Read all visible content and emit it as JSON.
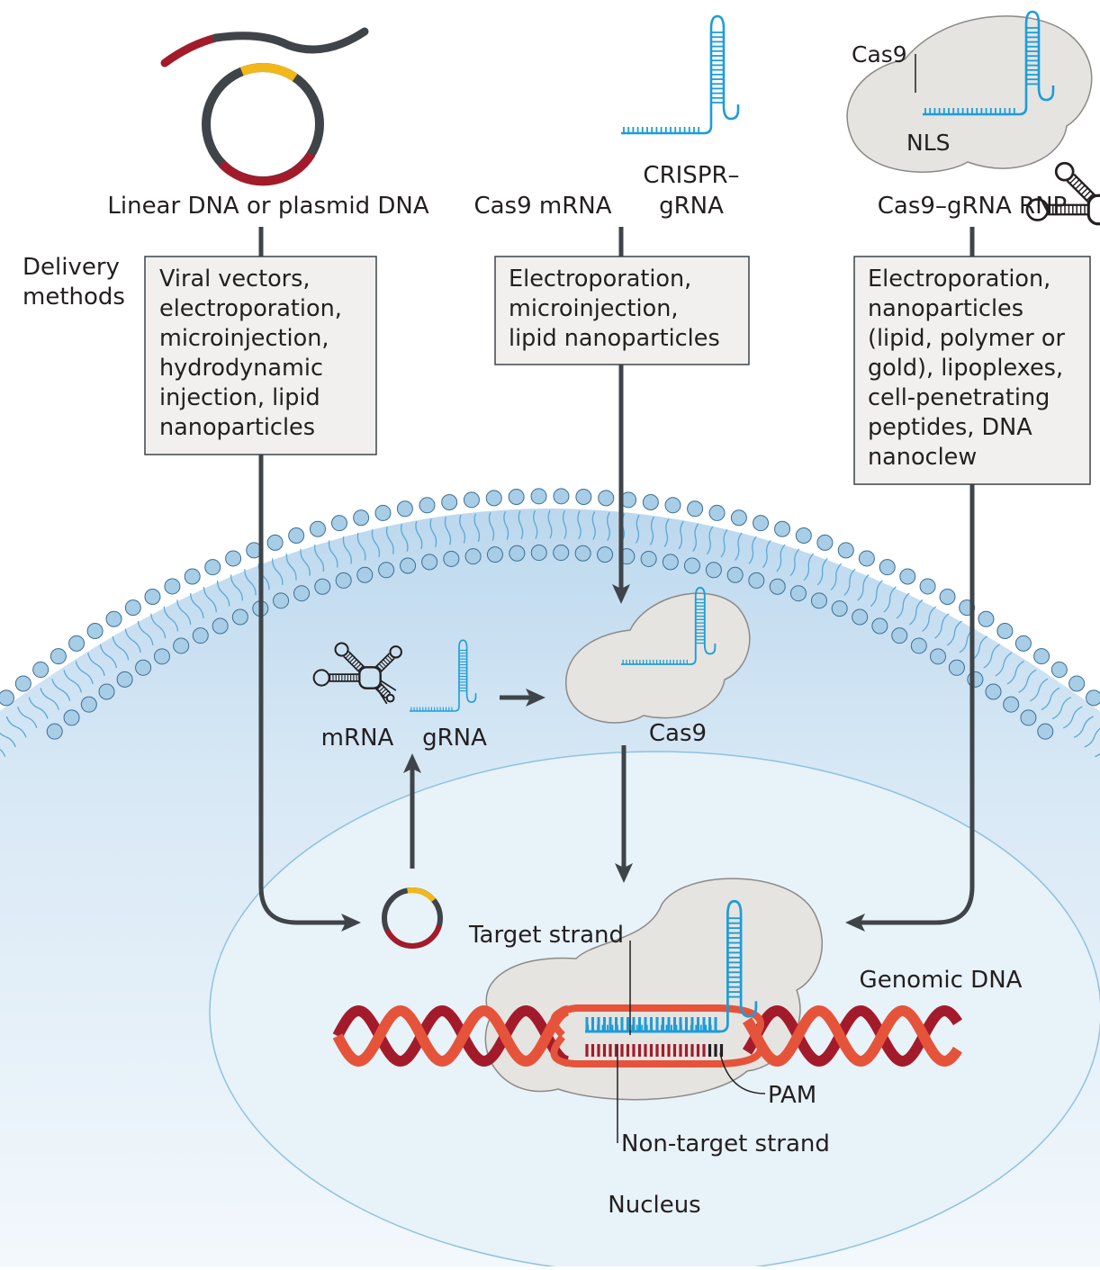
{
  "columns": {
    "dna": {
      "label": "Linear DNA or plasmid DNA",
      "methods": [
        "Viral vectors,",
        "electroporation,",
        "microinjection,",
        "hydrodynamic",
        "injection, lipid",
        "nanoparticles"
      ]
    },
    "mrna": {
      "label_mrna": "Cas9 mRNA",
      "label_grna": [
        "CRISPR–",
        "gRNA"
      ],
      "methods": [
        "Electroporation,",
        "microinjection,",
        "lipid nanoparticles"
      ]
    },
    "rnp": {
      "label": "Cas9–gRNA RNP",
      "cas9": "Cas9",
      "nls": "NLS",
      "methods": [
        "Electroporation,",
        "nanoparticles",
        "(lipid, polymer or",
        "gold), lipoplexes,",
        "cell-penetrating",
        "peptides, DNA",
        "nanoclew"
      ]
    }
  },
  "delivery_label": [
    "Delivery",
    "methods"
  ],
  "cell": {
    "mrna": "mRNA",
    "grna": "gRNA",
    "cas9": "Cas9",
    "target_strand": "Target strand",
    "non_target_strand": "Non-target strand",
    "pam": "PAM",
    "genomic_dna": "Genomic DNA",
    "nucleus": "Nucleus"
  },
  "colors": {
    "dark_gray": "#3f4449",
    "dna_red": "#a31b2a",
    "dna_orange": "#e5543a",
    "yellow": "#f2b81b",
    "grna_blue": "#1d9dd8",
    "cas9_fill": "#e6e4e1",
    "box_fill": "#f1f0ee",
    "cytoplasm": "#d8e9f5",
    "nucleus_fill": "#e9f3fa",
    "lipid_head": "#a8cde6"
  }
}
